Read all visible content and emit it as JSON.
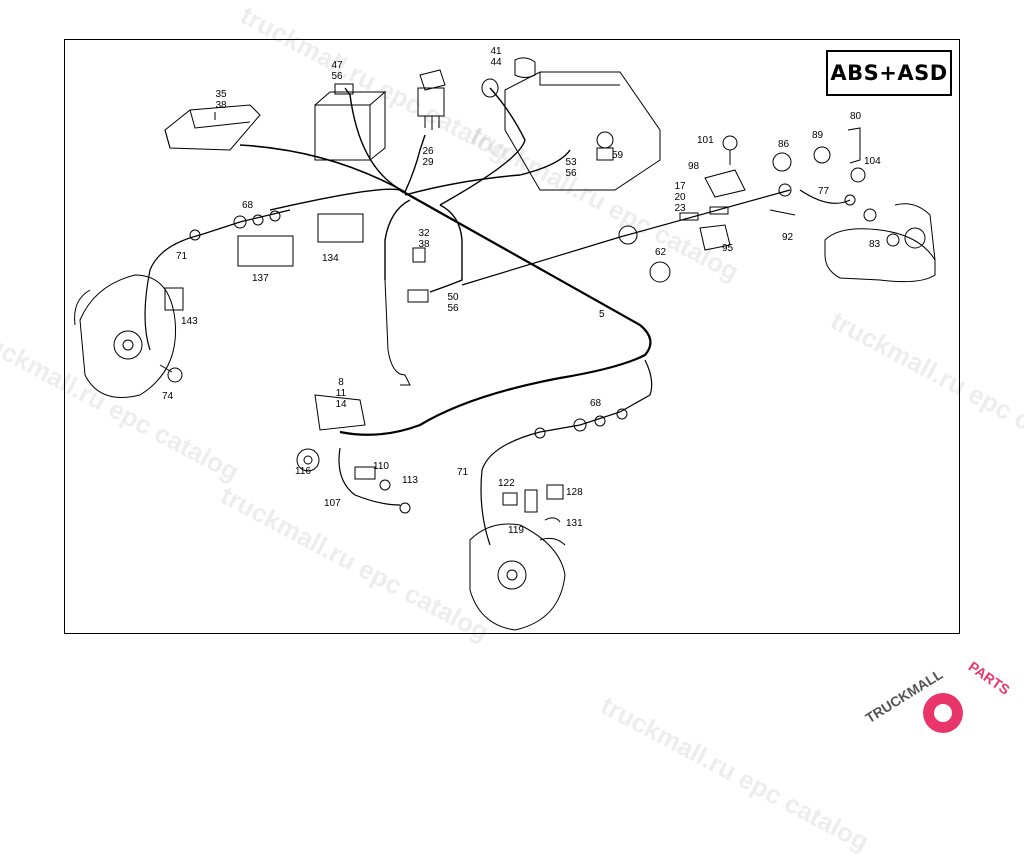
{
  "badge": "ABS+ASD",
  "part_numbers": [
    "35 38",
    "47 56",
    "41 44",
    "26 29",
    "53 56",
    "59",
    "101",
    "86",
    "89",
    "80",
    "104",
    "98",
    "17 20 23",
    "77",
    "92",
    "83",
    "95",
    "62",
    "68",
    "71",
    "137",
    "134",
    "32 38",
    "50 56",
    "5",
    "143",
    "74",
    "8 11 14",
    "116",
    "110",
    "107",
    "113",
    "68",
    "71",
    "122",
    "128",
    "119",
    "131"
  ],
  "watermark": "truckmall.ru epc catalog",
  "logo": {
    "text_dark": "TRUCKMALL",
    "text_accent": "PARTS",
    "accent_color": "#e8366a"
  }
}
